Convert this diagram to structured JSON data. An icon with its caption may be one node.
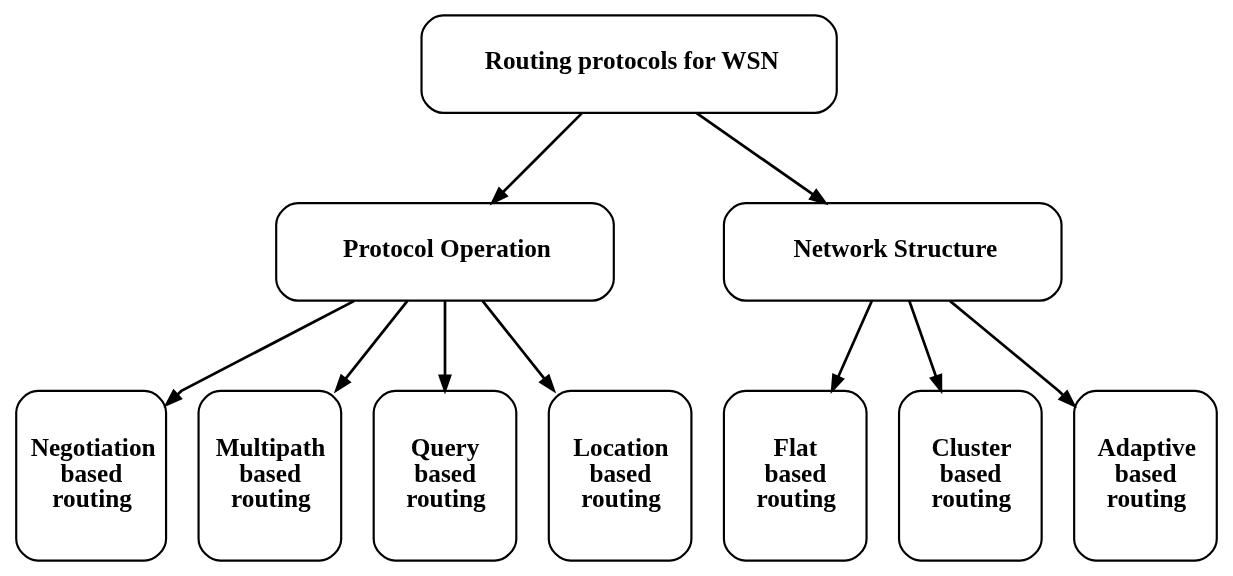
{
  "diagram": {
    "nodes": [
      {
        "text": [
          "Routing protocols for WSN"
        ]
      },
      {
        "text": [
          "Protocol Operation"
        ]
      },
      {
        "text": [
          "Network Structure"
        ]
      },
      {
        "text": [
          "Negotiation based routing"
        ]
      },
      {
        "text": [
          "Multipath based routing"
        ]
      },
      {
        "text": [
          "Query based routing"
        ]
      },
      {
        "text": [
          "Location based routing"
        ]
      },
      {
        "text": [
          "Flat based routing"
        ]
      },
      {
        "text": [
          "Cluster based routing"
        ]
      },
      {
        "text": [
          "Adaptive based routing"
        ]
      }
    ],
    "edges": [
      {
        "from": 0,
        "to": 1,
        "arrow": "to"
      },
      {
        "from": 0,
        "to": 2,
        "arrow": "to"
      },
      {
        "from": 1,
        "to": 3,
        "arrow": "to"
      },
      {
        "from": 1,
        "to": 4,
        "arrow": "to"
      },
      {
        "from": 1,
        "to": 5,
        "arrow": "to"
      },
      {
        "from": 1,
        "to": 6,
        "arrow": "to"
      },
      {
        "from": 2,
        "to": 7,
        "arrow": "to"
      },
      {
        "from": 2,
        "to": 8,
        "arrow": "to"
      },
      {
        "from": 2,
        "to": 9,
        "arrow": "to"
      }
    ]
  }
}
